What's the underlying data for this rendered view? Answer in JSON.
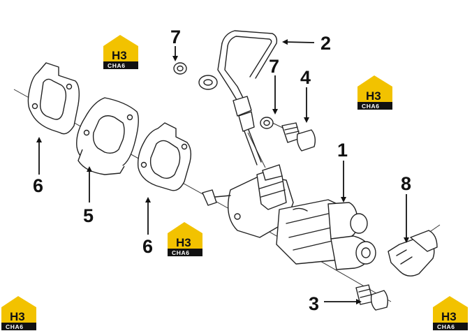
{
  "diagram": {
    "callouts": {
      "c1": "1",
      "c2": "2",
      "c3": "3",
      "c4": "4",
      "c5": "5",
      "c6a": "6",
      "c6b": "6",
      "c7a": "7",
      "c7b": "7",
      "c8": "8"
    },
    "watermark": {
      "top_text": "H3",
      "bottom_text": "CHA6",
      "colors": {
        "roof": "#F2C200",
        "plate": "#F2C200",
        "band": "#111111"
      }
    }
  }
}
